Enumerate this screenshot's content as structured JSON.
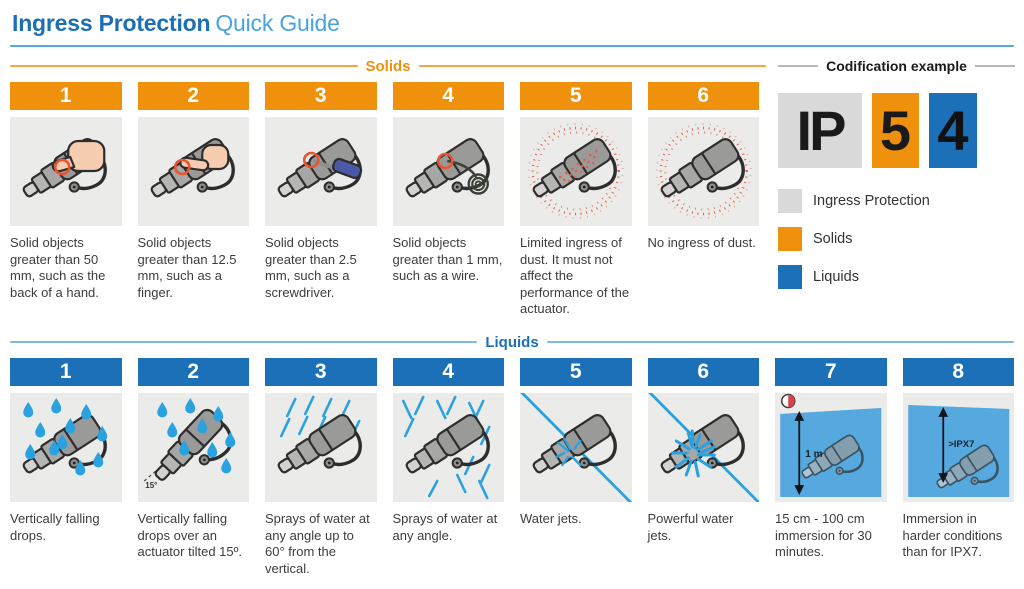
{
  "title": {
    "bold": "Ingress Protection",
    "light": "Quick Guide"
  },
  "solids": {
    "label": "Solids",
    "items": [
      {
        "number": "1",
        "icon": "actuator-hand-icon",
        "description": "Solid objects greater than 50 mm, such as the back of a hand."
      },
      {
        "number": "2",
        "icon": "actuator-finger-icon",
        "description": "Solid objects greater than 12.5 mm, such as a finger."
      },
      {
        "number": "3",
        "icon": "actuator-screwdriver-icon",
        "description": "Solid objects greater than 2.5 mm, such as a screwdriver."
      },
      {
        "number": "4",
        "icon": "actuator-wire-icon",
        "description": "Solid objects greater than 1 mm, such as a wire."
      },
      {
        "number": "5",
        "icon": "actuator-dust-limited-icon",
        "description": "Limited ingress of dust. It must not affect the performance of the actuator."
      },
      {
        "number": "6",
        "icon": "actuator-dust-none-icon",
        "description": "No ingress of dust."
      }
    ]
  },
  "liquids": {
    "label": "Liquids",
    "items": [
      {
        "number": "1",
        "icon": "actuator-drops-icon",
        "description": "Vertically falling drops."
      },
      {
        "number": "2",
        "icon": "actuator-drops-tilted-icon",
        "angle_label": "15°",
        "description": "Vertically falling drops over an actuator tilted 15º."
      },
      {
        "number": "3",
        "icon": "actuator-spray-60-icon",
        "description": "Sprays of water at any angle up to 60° from the vertical."
      },
      {
        "number": "4",
        "icon": "actuator-spray-any-icon",
        "description": "Sprays of water at any angle."
      },
      {
        "number": "5",
        "icon": "actuator-water-jet-icon",
        "description": "Water jets."
      },
      {
        "number": "6",
        "icon": "actuator-powerful-jet-icon",
        "description": "Powerful water jets."
      },
      {
        "number": "7",
        "icon": "actuator-immersion-icon",
        "depth_label": "1 m",
        "description": "15 cm - 100 cm immersion for 30 minutes."
      },
      {
        "number": "8",
        "icon": "actuator-immersion-deep-icon",
        "depth_label": ">IPX7",
        "description": "Immersion in harder conditions than for IPX7."
      }
    ]
  },
  "codification": {
    "title": "Codification example",
    "code": [
      {
        "text": "IP",
        "meaning": "Ingress Protection",
        "color": "#D9D9D9"
      },
      {
        "text": "5",
        "meaning": "Solids",
        "color": "#F0910D"
      },
      {
        "text": "4",
        "meaning": "Liquids",
        "color": "#1C70B7"
      }
    ],
    "legend": [
      {
        "label": "Ingress Protection",
        "color": "#D9D9D9"
      },
      {
        "label": "Solids",
        "color": "#F0910D"
      },
      {
        "label": "Liquids",
        "color": "#1C70B7"
      }
    ]
  },
  "colors": {
    "orange": "#F0910D",
    "blue": "#1C70B7",
    "title_dark_blue": "#1C6FB6",
    "title_light_blue": "#47A3DE",
    "water_blue": "#55AADF",
    "spray_blue": "#2BA2DF",
    "dust_red": "#E4604A",
    "box_background": "#EBEBEA",
    "chip_gray": "#D9D9D9"
  }
}
